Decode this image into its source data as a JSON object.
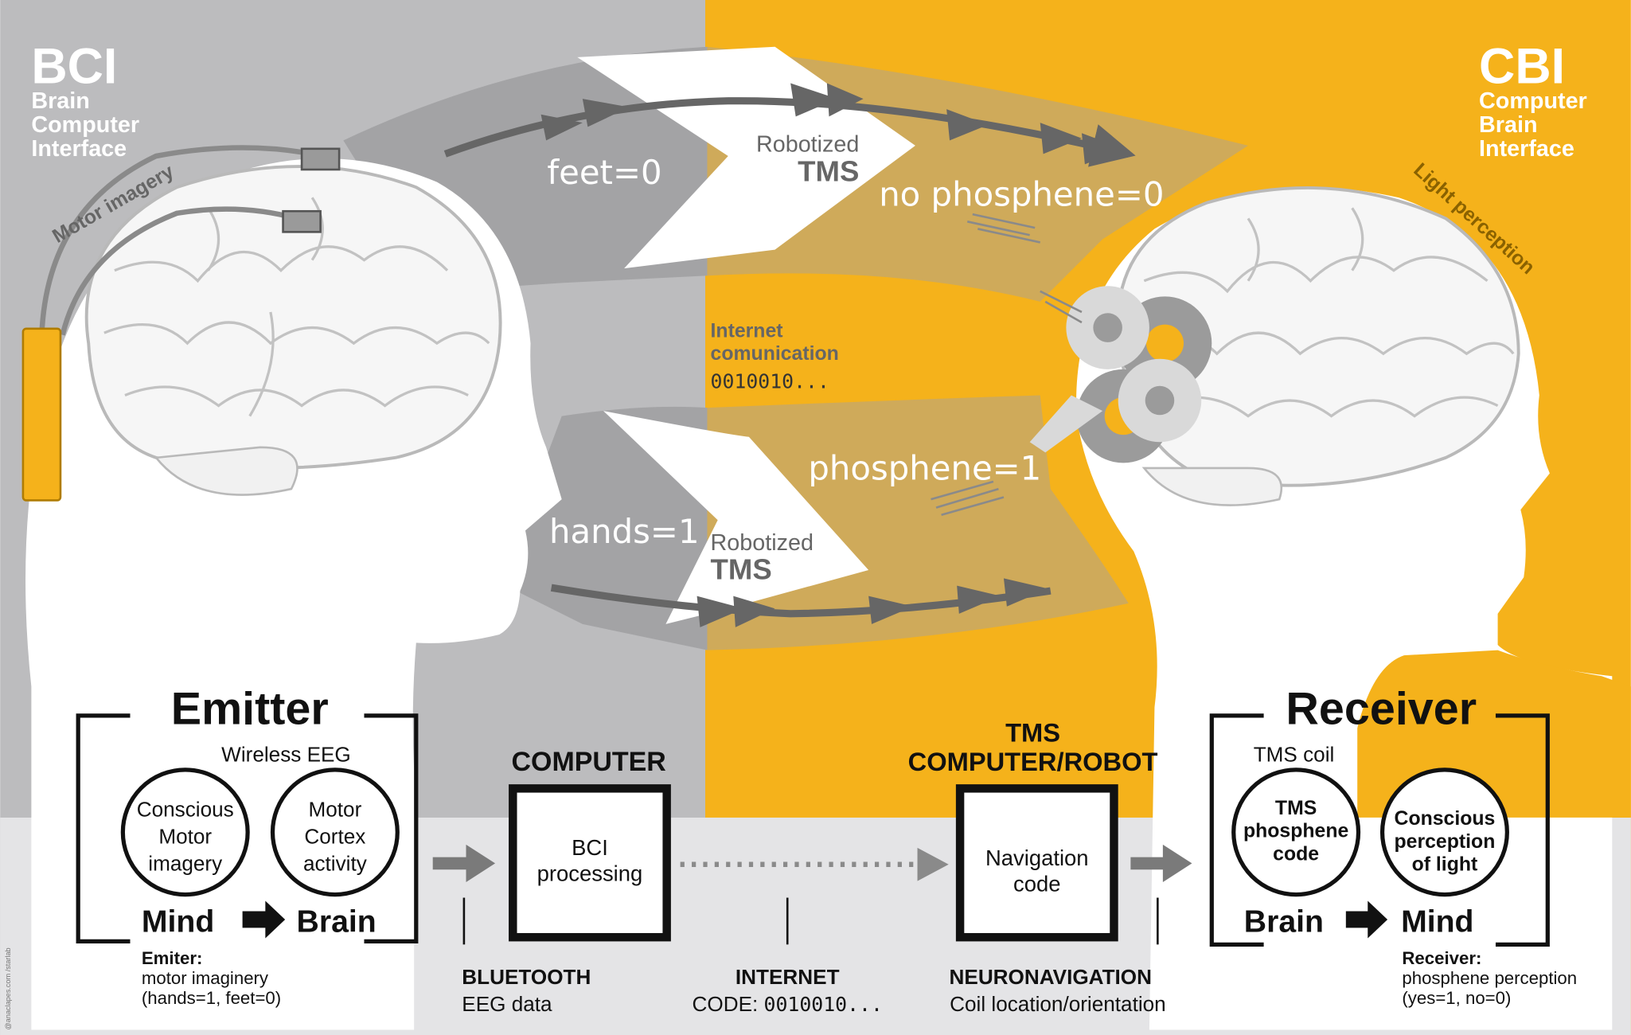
{
  "colors": {
    "gray_panel": "#bcbcbe",
    "yellow_panel": "#f5b21b",
    "bottom_band": "#e4e4e6",
    "gray_wedge": "#a3a3a5",
    "tan_wedge": "#cfaa5a",
    "arrow": "#666666",
    "text_dark": "#111111",
    "text_gray": "#666666",
    "white": "#ffffff"
  },
  "bci": {
    "abbr": "BCI",
    "line1": "Brain",
    "line2": "Computer",
    "line3": "Interface"
  },
  "cbi": {
    "abbr": "CBI",
    "line1": "Computer",
    "line2": "Brain",
    "line3": "Interface"
  },
  "labels": {
    "motor_imagery": "Motor imagery",
    "light_perception": "Light perception",
    "feet": "feet=0",
    "hands": "hands=1",
    "robotized_top": "Robotized",
    "tms_top": "TMS",
    "robotized_bottom": "Robotized",
    "tms_bottom": "TMS",
    "no_phosphene": "no phosphene=0",
    "phosphene": "phosphene=1",
    "internet_line1": "Internet",
    "internet_line2": "comunication",
    "internet_code": "0010010...",
    "watermark": "@anaclapes.com /starlab"
  },
  "emitter": {
    "title": "Emitter",
    "wireless": "Wireless EEG",
    "circle1": [
      "Conscious",
      "Motor",
      "imagery"
    ],
    "circle2": [
      "Motor",
      "Cortex",
      "activity"
    ],
    "mind": "Mind",
    "brain": "Brain",
    "caption_bold": "Emiter:",
    "caption_line1": "motor imaginery",
    "caption_line2": "(hands=1, feet=0)"
  },
  "computer": {
    "title": "COMPUTER",
    "box": [
      "BCI",
      "processing"
    ]
  },
  "tms_robot": {
    "title_line1": "TMS",
    "title_line2": "COMPUTER/ROBOT",
    "box": [
      "Navigation",
      "code"
    ]
  },
  "receiver": {
    "title": "Receiver",
    "coil": "TMS coil",
    "circle1": [
      "TMS",
      "phosphene",
      "code"
    ],
    "circle2": [
      "Conscious",
      "perception",
      "of light"
    ],
    "brain": "Brain",
    "mind": "Mind",
    "caption_bold": "Receiver:",
    "caption_line1": "phosphene perception",
    "caption_line2": "(yes=1, no=0)"
  },
  "bottom": {
    "bluetooth_bold": "BLUETOOTH",
    "bluetooth_sub": "EEG data",
    "internet_bold": "INTERNET",
    "internet_sub_prefix": "CODE: ",
    "internet_sub_code": "0010010...",
    "neuro_bold": "NEURONAVIGATION",
    "neuro_sub": "Coil location/orientation"
  }
}
